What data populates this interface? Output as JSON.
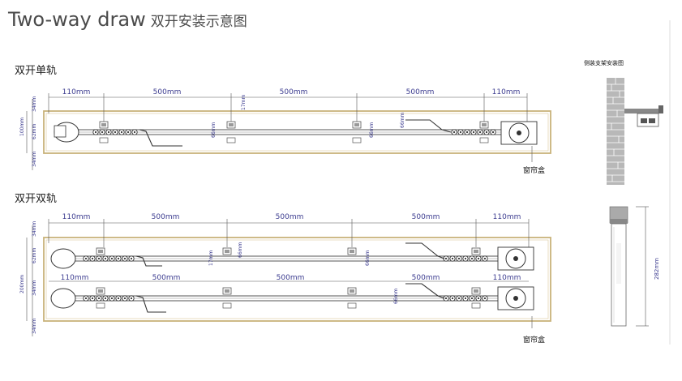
{
  "header": {
    "title_en": "Two-way draw",
    "title_cn": "双开安装示意图"
  },
  "single": {
    "title": "双开单轨",
    "top_dims": [
      "110mm",
      "500mm",
      "500mm",
      "500mm",
      "110mm"
    ],
    "left_dims": [
      "34mm",
      "100mm",
      "62mm",
      "34mm"
    ],
    "inner_dims": [
      "17mm",
      "66mm",
      "66mm",
      "66mm"
    ],
    "box_label": "窗帘盒"
  },
  "double": {
    "title": "双开双轨",
    "top_dims": [
      "110mm",
      "500mm",
      "500mm",
      "500mm",
      "110mm"
    ],
    "mid_dims": [
      "110mm",
      "500mm",
      "500mm",
      "500mm",
      "110mm"
    ],
    "left_dims": [
      "34mm",
      "200mm",
      "62mm",
      "34mm",
      "34mm"
    ],
    "inner_dims": [
      "17mm",
      "66mm",
      "66mm",
      "66mm"
    ],
    "box_label": "窗帘盒"
  },
  "side": {
    "title": "侧装支架安装图",
    "height_dim": "282mm"
  }
}
